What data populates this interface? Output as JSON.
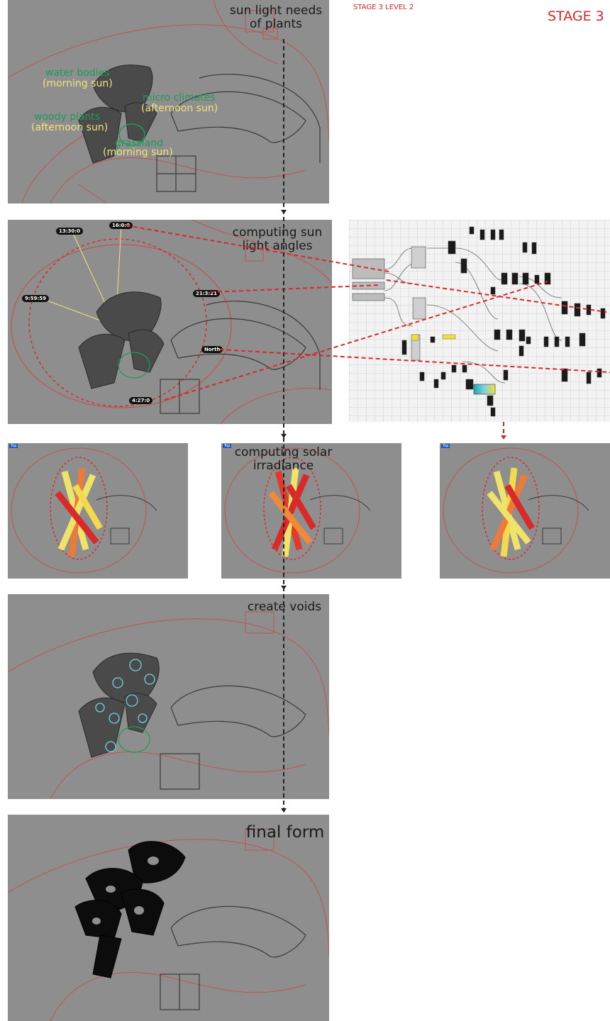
{
  "header": {
    "stage_small": "STAGE 3 LEVEL 2",
    "stage_big": "STAGE 3"
  },
  "steps": [
    {
      "label": "sun light needs of plants"
    },
    {
      "label": "computing sun light angles"
    },
    {
      "label": "computing solar irradiance"
    },
    {
      "label": "create voids"
    },
    {
      "label": "final form"
    }
  ],
  "zones": [
    {
      "name": "water bodies",
      "sun": "(morning sun)"
    },
    {
      "name": "micro climates",
      "sun": "(afternoon sun)"
    },
    {
      "name": "woody plants",
      "sun": "(afternoon sun)"
    },
    {
      "name": "grassland",
      "sun": "(morning sun)"
    }
  ],
  "sun_times": [
    "13:30:0",
    "16:0:0",
    "9:59:59",
    "21:3:21",
    "North",
    "4:27:0"
  ],
  "viewport_tag": "Top",
  "colors": {
    "background": "#8e8e8e",
    "site_line": "#c0534f",
    "accent_red": "#d9282b",
    "zone_green": "#1e9a5a",
    "zone_yellow": "#f3e27a",
    "void_cyan": "#6fd3e6"
  }
}
